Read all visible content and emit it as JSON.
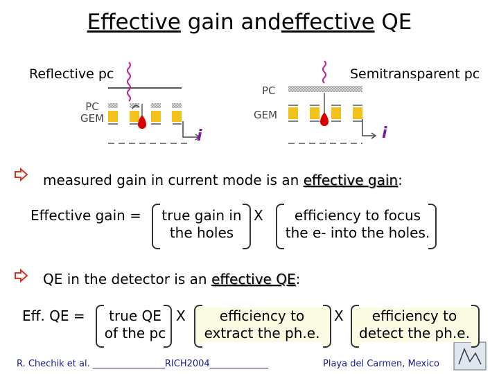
{
  "title": {
    "part1": "Effective",
    "part2": " gain and",
    "part3": "effective",
    "part4": " QE"
  },
  "diagram": {
    "reflective_label": "Reflective pc",
    "semitransparent_label": "Semitransparent pc",
    "pc_gem_left_line1": "PC",
    "pc_gem_left_line2": "GEM",
    "pc_right": "PC",
    "gem_right": "GEM",
    "current_symbol_left": "i",
    "current_symbol_right": "i"
  },
  "bullet1": {
    "text": "measured gain in current mode is an ",
    "emph": "effective gain",
    "end": ":"
  },
  "gain_equation": {
    "lhs": "Effective gain =",
    "term1_line1": "true gain in",
    "term1_line2": "the holes",
    "op": "X",
    "term2_line1": "efficiency to focus",
    "term2_line2": "the e- into the holes."
  },
  "bullet2": {
    "text": "QE  in the detector is an ",
    "emph": "effective QE",
    "end": ":"
  },
  "qe_equation": {
    "lhs": "Eff. QE =",
    "term1_line1": "true QE",
    "term1_line2": "of the pc",
    "op1": "X",
    "term2_line1": "efficiency to",
    "term2_line2": "extract the ph.e.",
    "op2": "X",
    "term3_line1": "efficiency to",
    "term3_line2": "detect the ph.e."
  },
  "footer": {
    "left": "R. Chechik et al. ________________RICH2004_____________",
    "right": "Playa del Carmen, Mexico"
  },
  "colors": {
    "bullet_arrow": "#e0301e",
    "photon": "#c02090",
    "electron_drop": "#d80000",
    "gem_yellow": "#f2c21b",
    "current_i": "#7a1fa0"
  }
}
